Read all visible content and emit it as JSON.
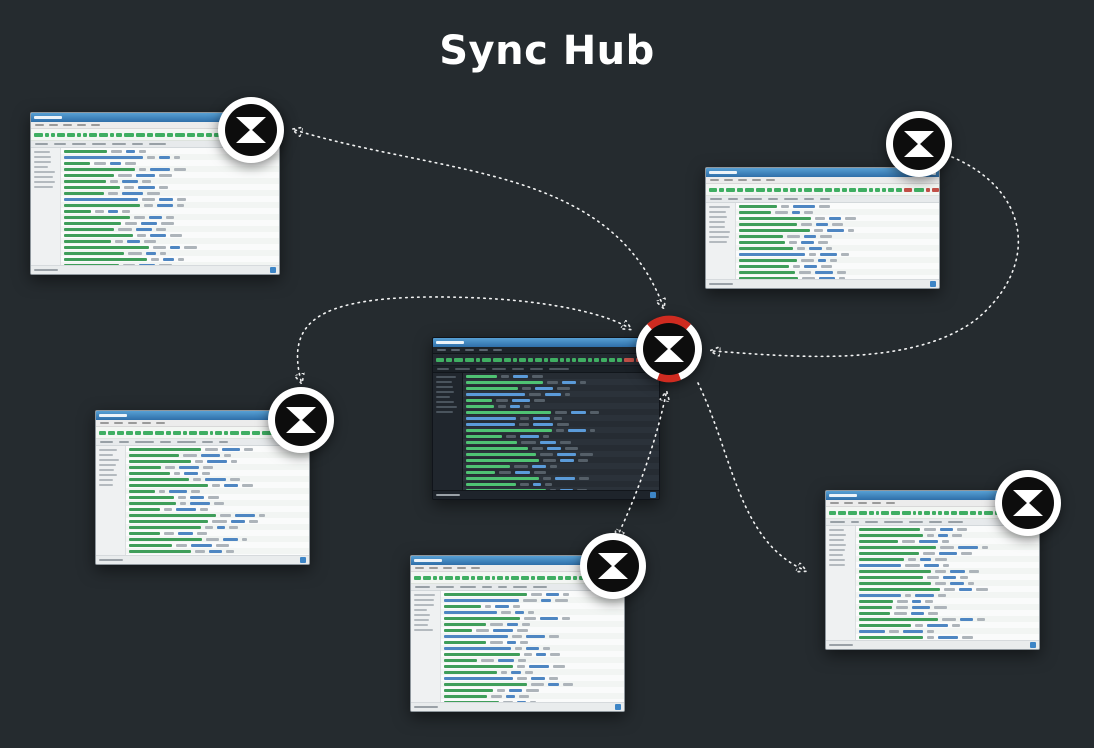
{
  "title": "Sync Hub",
  "colors": {
    "background": "#252b2f",
    "titlebar_blue": "#3a7fb8",
    "label_green": "#3fae62",
    "hub_accent_red": "#cf2b20",
    "connection_line": "#ffffff",
    "node_black": "#0d0d0d",
    "node_white": "#ffffff"
  },
  "nodes": [
    {
      "id": "node-top-left",
      "icon": "sync-app-logo-icon",
      "role": "peer"
    },
    {
      "id": "node-top-right",
      "icon": "sync-app-logo-icon",
      "role": "peer"
    },
    {
      "id": "node-hub",
      "icon": "sync-app-logo-icon-red",
      "role": "hub"
    },
    {
      "id": "node-left",
      "icon": "sync-app-logo-icon",
      "role": "peer"
    },
    {
      "id": "node-bottom-center",
      "icon": "sync-app-logo-icon",
      "role": "peer"
    },
    {
      "id": "node-bottom-right",
      "icon": "sync-app-logo-icon",
      "role": "peer"
    }
  ],
  "windows": [
    {
      "id": "window-top-left",
      "theme": "light",
      "rows": 20
    },
    {
      "id": "window-top-right",
      "theme": "light",
      "rows": 14
    },
    {
      "id": "window-center",
      "theme": "dark",
      "rows": 20
    },
    {
      "id": "window-left",
      "theme": "light",
      "rows": 18
    },
    {
      "id": "window-bottom-center",
      "theme": "light",
      "rows": 19
    },
    {
      "id": "window-bottom-right",
      "theme": "light",
      "rows": 19
    }
  ],
  "links": [
    {
      "from": "node-top-left",
      "to": "node-hub",
      "style": "dotted",
      "arrows": "both"
    },
    {
      "from": "node-top-right",
      "to": "node-hub",
      "style": "dotted",
      "arrows": "end"
    },
    {
      "from": "node-left",
      "to": "node-hub",
      "style": "dotted",
      "arrows": "both"
    },
    {
      "from": "node-bottom-center",
      "to": "node-hub",
      "style": "dotted",
      "arrows": "both"
    },
    {
      "from": "node-hub",
      "to": "window-bottom-right",
      "style": "dotted",
      "arrows": "end"
    }
  ]
}
